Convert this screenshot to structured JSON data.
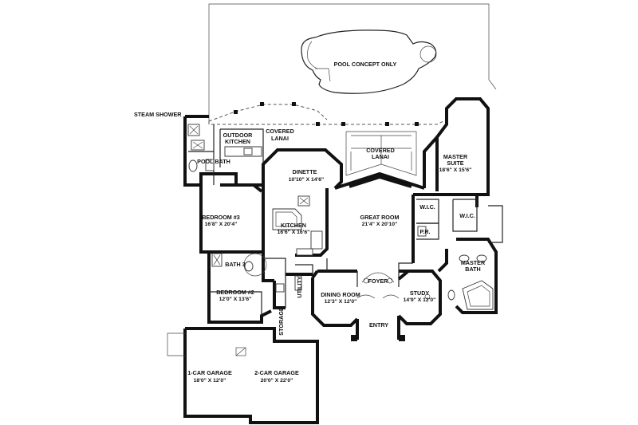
{
  "labels": {
    "pool": "POOL CONCEPT ONLY",
    "steam_shower": "STEAM SHOWER",
    "outdoor_kitchen": [
      "OUTDOOR",
      "KITCHEN"
    ],
    "covered_lanai_left": [
      "COVERED",
      "LANAI"
    ],
    "covered_lanai_right": [
      "COVERED",
      "LANAI"
    ],
    "pool_bath": "POOL BATH",
    "dinette": {
      "name": "DINETTE",
      "size": "10'10\" X 14'6\""
    },
    "master_suite": {
      "name": [
        "MASTER",
        "SUITE"
      ],
      "size": "18'6\" X 15'6\""
    },
    "bedroom3": {
      "name": "BEDROOM #3",
      "size": "16'8\" X 20'4\""
    },
    "great_room": {
      "name": "GREAT ROOM",
      "size": "21'4\" X 20'10\""
    },
    "kitchen": {
      "name": "KITCHEN",
      "size": "16'6\" X 16'6\""
    },
    "wic_left": "W.I.C.",
    "wic_right": "W.I.C.",
    "powder_room": "P.R.",
    "bath3": "BATH 3",
    "master_bath": [
      "MASTER",
      "BATH"
    ],
    "foyer": "FOYER",
    "bedroom2": {
      "name": "BEDROOM #2",
      "size": "12'0\" X 13'6\""
    },
    "utility": "UTILITY",
    "dining_room": {
      "name": "DINING ROOM",
      "size": "12'3\" X 12'0\""
    },
    "study": {
      "name": "STUDY",
      "size": "14'9\" X 12'0\""
    },
    "storage": "STORAGE",
    "entry": "ENTRY",
    "garage1": {
      "name": "1-CAR GARAGE",
      "size": "18'0\" X 12'0\""
    },
    "garage2": {
      "name": "2-CAR GARAGE",
      "size": "20'0\" X 22'0\""
    }
  }
}
